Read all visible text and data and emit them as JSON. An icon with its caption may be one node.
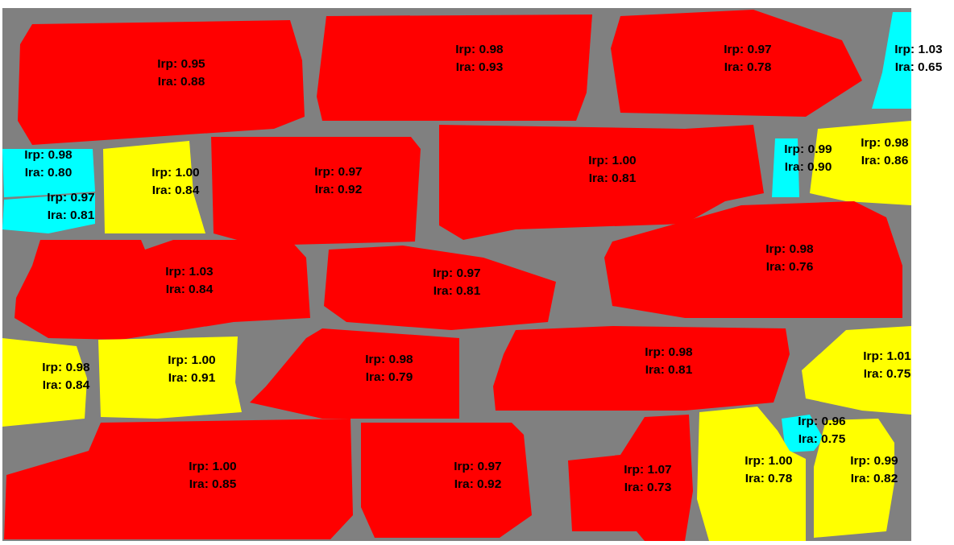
{
  "diagram": {
    "nodes": [
      {
        "text": [
          "Irp: 0.95",
          "Ira: 0.88"
        ]
      },
      {
        "text": [
          "Irp: 0.98",
          "Ira: 0.93"
        ]
      },
      {
        "text": [
          "Irp: 0.97",
          "Ira: 0.78"
        ]
      },
      {
        "text": [
          "Irp: 1.03",
          "Ira: 0.65"
        ]
      },
      {
        "text": [
          "Irp: 0.98",
          "Ira: 0.80"
        ]
      },
      {
        "text": [
          "Irp: 0.97",
          "Ira: 0.81"
        ]
      },
      {
        "text": [
          "Irp: 1.00",
          "Ira: 0.84"
        ]
      },
      {
        "text": [
          "Irp: 0.97",
          "Ira: 0.92"
        ]
      },
      {
        "text": [
          "Irp: 1.00",
          "Ira: 0.81"
        ]
      },
      {
        "text": [
          "Irp: 0.99",
          "Ira: 0.90"
        ]
      },
      {
        "text": [
          "Irp: 0.98",
          "Ira: 0.86"
        ]
      },
      {
        "text": [
          "Irp: 1.03",
          "Ira: 0.84"
        ]
      },
      {
        "text": [
          "Irp: 0.97",
          "Ira: 0.81"
        ]
      },
      {
        "text": [
          "Irp: 0.98",
          "Ira: 0.76"
        ]
      },
      {
        "text": [
          "Irp: 0.98",
          "Ira: 0.84"
        ]
      },
      {
        "text": [
          "Irp: 1.00",
          "Ira: 0.91"
        ]
      },
      {
        "text": [
          "Irp: 0.98",
          "Ira: 0.79"
        ]
      },
      {
        "text": [
          "Irp: 0.98",
          "Ira: 0.81"
        ]
      },
      {
        "text": [
          "Irp: 1.01",
          "Ira: 0.75"
        ]
      },
      {
        "text": [
          "Irp: 0.96",
          "Ira: 0.75"
        ]
      },
      {
        "text": [
          "Irp: 1.00",
          "Ira: 0.85"
        ]
      },
      {
        "text": [
          "Irp: 0.97",
          "Ira: 0.92"
        ]
      },
      {
        "text": [
          "Irp: 1.07",
          "Ira: 0.73"
        ]
      },
      {
        "text": [
          "Irp: 1.00",
          "Ira: 0.78"
        ]
      },
      {
        "text": [
          "Irp: 0.99",
          "Ira: 0.82"
        ]
      }
    ]
  }
}
